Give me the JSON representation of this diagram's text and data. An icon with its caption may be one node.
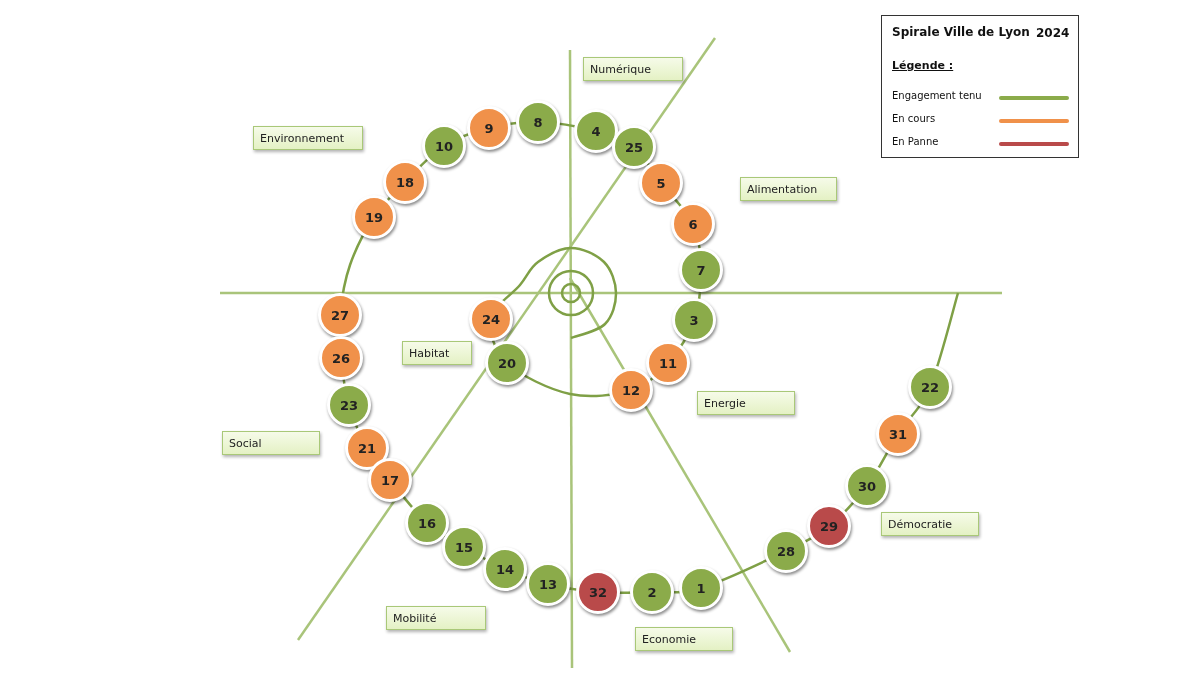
{
  "diagram": {
    "nodes": [
      {
        "text": [
          "Numérique"
        ]
      },
      {
        "text": [
          "8"
        ]
      },
      {
        "text": [
          "4"
        ]
      },
      {
        "text": [
          "9"
        ]
      },
      {
        "text": [
          "Environnement"
        ]
      },
      {
        "text": [
          "10"
        ]
      },
      {
        "text": [
          "25"
        ]
      },
      {
        "text": [
          "Alimentation"
        ]
      },
      {
        "text": [
          "18"
        ]
      },
      {
        "text": [
          "5"
        ]
      },
      {
        "text": [
          "19"
        ]
      },
      {
        "text": [
          "6"
        ]
      },
      {
        "text": [
          "7"
        ]
      },
      {
        "text": [
          "27"
        ]
      },
      {
        "text": [
          "24"
        ]
      },
      {
        "text": [
          "3"
        ]
      },
      {
        "text": [
          "Habitat"
        ]
      },
      {
        "text": [
          "26"
        ]
      },
      {
        "text": [
          "20"
        ]
      },
      {
        "text": [
          "11"
        ]
      },
      {
        "text": [
          "12"
        ]
      },
      {
        "text": [
          "22"
        ]
      },
      {
        "text": [
          "Energie"
        ]
      },
      {
        "text": [
          "23"
        ]
      },
      {
        "text": [
          "31"
        ]
      },
      {
        "text": [
          "Social"
        ]
      },
      {
        "text": [
          "21"
        ]
      },
      {
        "text": [
          "17"
        ]
      },
      {
        "text": [
          "30"
        ]
      },
      {
        "text": [
          "Démocratie"
        ]
      },
      {
        "text": [
          "16"
        ]
      },
      {
        "text": [
          "29"
        ]
      },
      {
        "text": [
          "15"
        ]
      },
      {
        "text": [
          "28"
        ]
      },
      {
        "text": [
          "14"
        ]
      },
      {
        "text": [
          "13"
        ]
      },
      {
        "text": [
          "1"
        ]
      },
      {
        "text": [
          "32"
        ]
      },
      {
        "text": [
          "2"
        ]
      },
      {
        "text": [
          "Mobilité"
        ]
      },
      {
        "text": [
          "Economie"
        ]
      }
    ],
    "labels": [
      "Spirale Ville de Lyon",
      "2024",
      "Légende :"
    ],
    "legend": [
      {
        "text": "Engagement tenu",
        "color": "#8bab4a"
      },
      {
        "text": "En cours",
        "color": "#f0914a"
      },
      {
        "text": "En Panne",
        "color": "#b94a4a"
      }
    ]
  }
}
